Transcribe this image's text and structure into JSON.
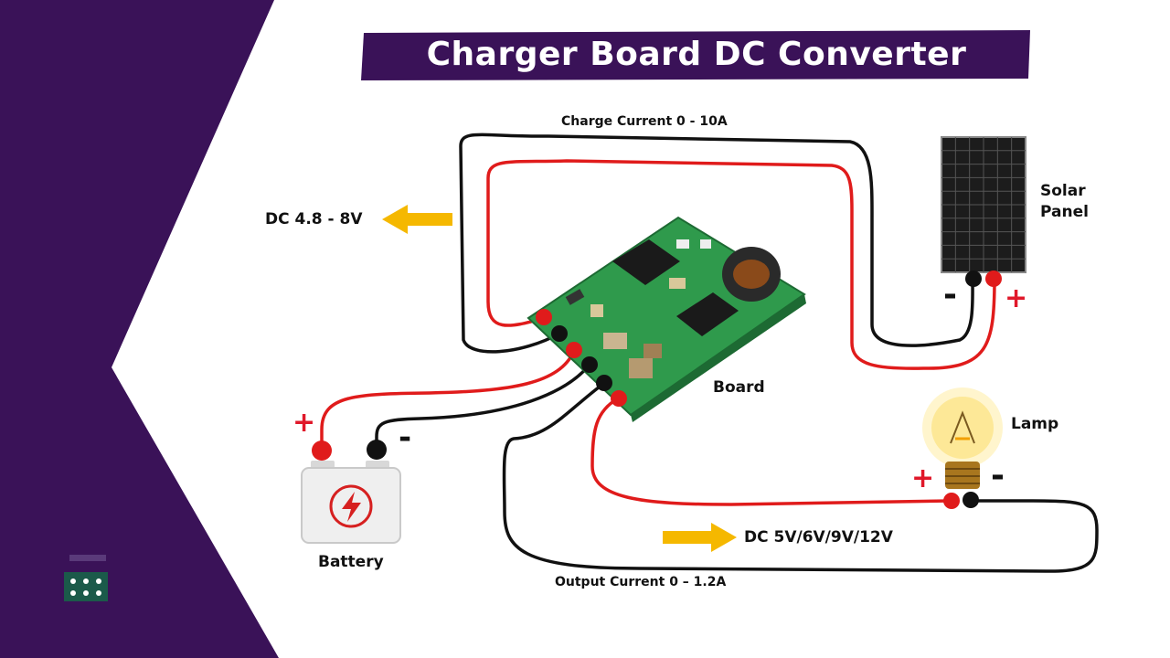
{
  "title": "Charger Board DC Converter Module",
  "labels": {
    "charge_current": "Charge Current 0 - 10A",
    "dc_input": "DC 4.8 - 8V",
    "solar_panel": "Solar\nPanel",
    "board": "Board",
    "lamp": "Lamp",
    "battery": "Battery",
    "dc_output": "DC 5V/6V/9V/12V",
    "output_current": "Output Current 0 – 1.2A"
  },
  "polarity": {
    "plus": "+",
    "minus": "-"
  },
  "colors": {
    "background_purple": "#3a1258",
    "title_banner": "#3a1258",
    "wire_red": "#e01b1b",
    "wire_black": "#111111",
    "arrow_yellow": "#f5b800",
    "pcb_green": "#2f9a4c",
    "polarity_red": "#e0182a"
  },
  "icons": {
    "battery": "battery-icon",
    "battery_symbol": "lightning-bolt-icon",
    "lamp": "light-bulb-icon",
    "solar": "solar-panel-icon",
    "board": "pcb-board-icon"
  }
}
